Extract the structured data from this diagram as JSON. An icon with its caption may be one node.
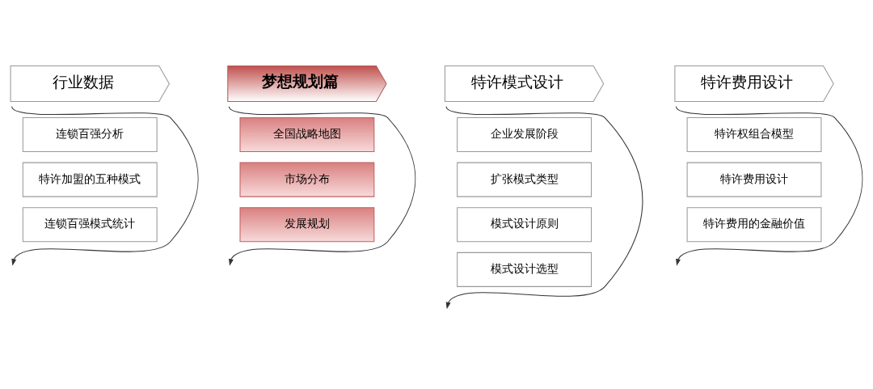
{
  "diagram": {
    "nodes": [
      {
        "text": [
          "行业数据"
        ]
      },
      {
        "text": [
          "连锁百强分析"
        ]
      },
      {
        "text": [
          "特许加盟的五种模式"
        ]
      },
      {
        "text": [
          "连锁百强模式统计"
        ]
      },
      {
        "text": [
          "梦想规划篇"
        ]
      },
      {
        "text": [
          "全国战略地图"
        ]
      },
      {
        "text": [
          "市场分布"
        ]
      },
      {
        "text": [
          "发展规划"
        ]
      },
      {
        "text": [
          "特许模式设计"
        ]
      },
      {
        "text": [
          "企业发展阶段"
        ]
      },
      {
        "text": [
          "扩张模式类型"
        ]
      },
      {
        "text": [
          "模式设计原则"
        ]
      },
      {
        "text": [
          "模式设计选型"
        ]
      },
      {
        "text": [
          "特许费用设计"
        ]
      },
      {
        "text": [
          "特许权组合模型"
        ]
      },
      {
        "text": [
          "特许费用设计"
        ]
      },
      {
        "text": [
          "特许费用的金融价值"
        ]
      }
    ],
    "edges": [
      {
        "from": 0,
        "to": null,
        "arrow": "to"
      },
      {
        "from": 4,
        "to": null,
        "arrow": "to"
      },
      {
        "from": 8,
        "to": null,
        "arrow": "to"
      },
      {
        "from": 13,
        "to": null,
        "arrow": "to"
      }
    ]
  }
}
